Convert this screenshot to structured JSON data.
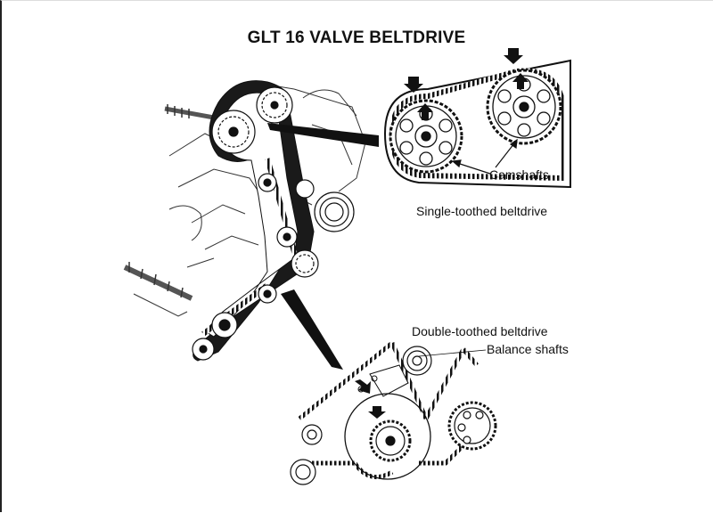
{
  "title": "GLT 16 VALVE BELTDRIVE",
  "labels": {
    "camshafts": "Camshafts",
    "single_beltdrive": "Single-toothed beltdrive",
    "double_beltdrive": "Double-toothed beltdrive",
    "balance_shafts": "Balance shafts"
  },
  "colors": {
    "ink": "#111111",
    "background": "#ffffff"
  }
}
